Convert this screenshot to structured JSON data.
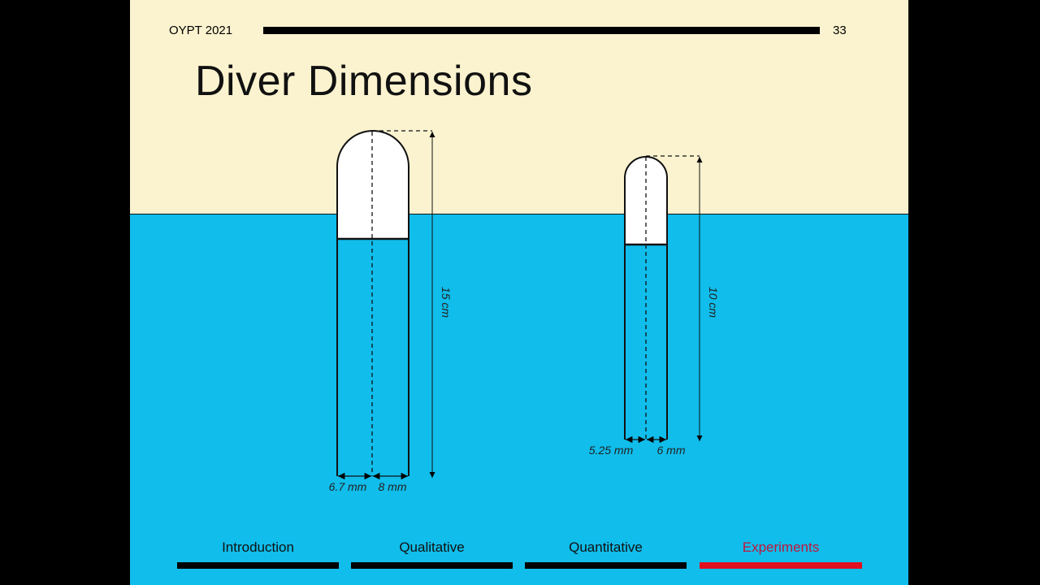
{
  "header": {
    "event": "OYPT 2021",
    "page_number": "33"
  },
  "title": "Diver Dimensions",
  "divers": [
    {
      "length_label": "15 cm",
      "inner_label": "6.7 mm",
      "outer_label": "8 mm"
    },
    {
      "length_label": "10 cm",
      "inner_label": "5.25 mm",
      "outer_label": "6 mm"
    }
  ],
  "nav": {
    "items": [
      {
        "label": "Introduction",
        "active": false
      },
      {
        "label": "Qualitative",
        "active": false
      },
      {
        "label": "Quantitative",
        "active": false
      },
      {
        "label": "Experiments",
        "active": true
      }
    ]
  },
  "colors": {
    "background_top": "#FBF3CF",
    "water": "#10BDEB",
    "active_section": "#E01020"
  }
}
